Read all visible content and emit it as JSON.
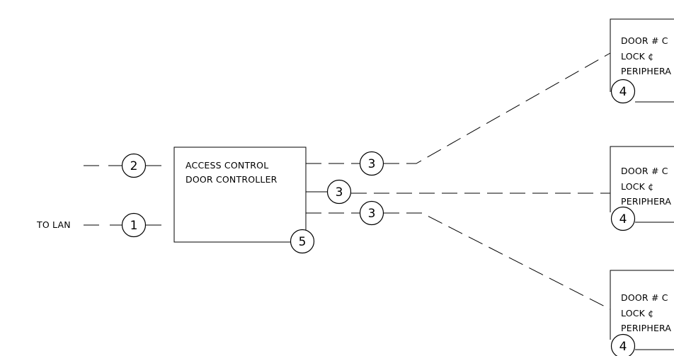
{
  "lan_label": "TO LAN",
  "controller": {
    "line1": "ACCESS CONTROL",
    "line2": "DOOR CONTROLLER"
  },
  "doors": [
    {
      "line1": "DOOR # C",
      "line2": "LOCK ¢",
      "line3": "PERIPHERA"
    },
    {
      "line1": "DOOR # C",
      "line2": "LOCK ¢",
      "line3": "PERIPHERA"
    },
    {
      "line1": "DOOR # C",
      "line2": "LOCK ¢",
      "line3": "PERIPHERA"
    }
  ],
  "tags": {
    "lan": "1",
    "upstream": "2",
    "door_cable_top": "3",
    "door_cable_mid": "3",
    "door_cable_bottom": "3",
    "controller": "5",
    "door_top": "4",
    "door_mid": "4",
    "door_bottom": "4"
  }
}
